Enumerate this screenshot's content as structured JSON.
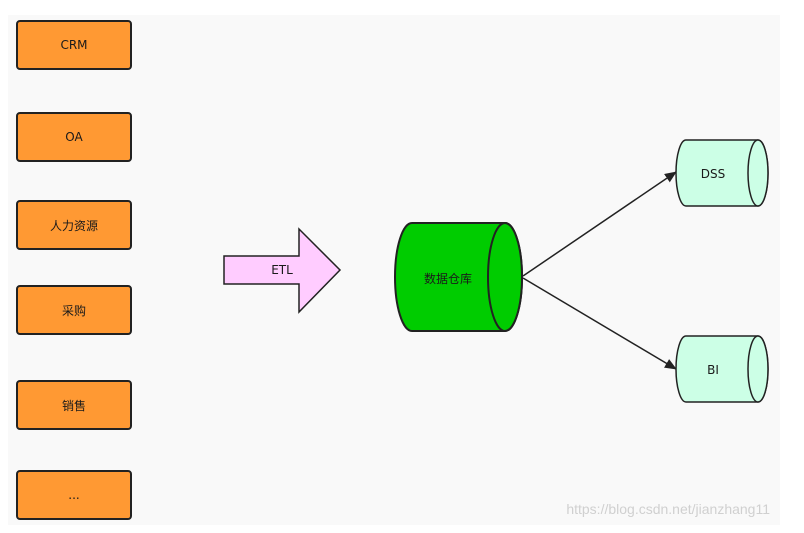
{
  "sources": [
    "CRM",
    "OA",
    "人力资源",
    "采购",
    "销售",
    "..."
  ],
  "etl_label": "ETL",
  "warehouse_label": "数据仓库",
  "targets": [
    "DSS",
    "BI"
  ],
  "watermark": "https://blog.csdn.net/jianzhang11",
  "colors": {
    "source_fill": "#ff9933",
    "etl_fill": "#ffccff",
    "warehouse_fill": "#00cc00",
    "target_fill": "#ccffe6",
    "stroke": "#222222"
  }
}
